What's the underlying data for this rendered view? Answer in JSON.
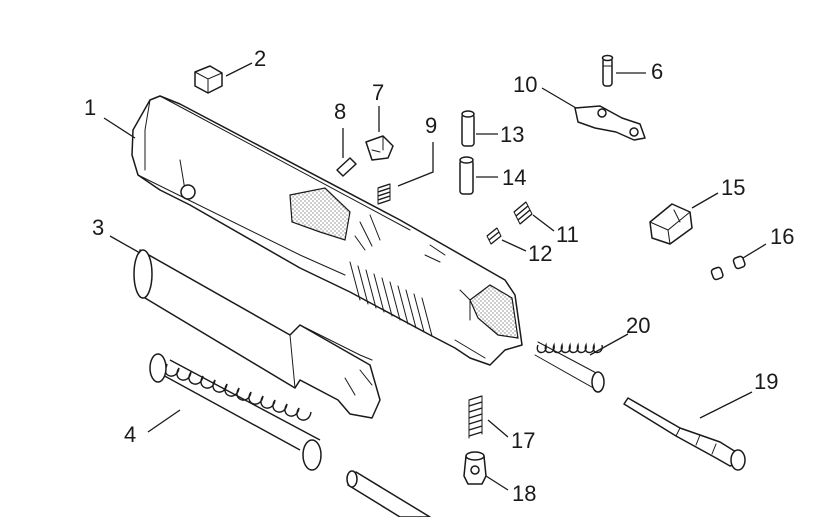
{
  "diagram": {
    "callouts": [
      {
        "id": "c1",
        "label": "1"
      },
      {
        "id": "c2",
        "label": "2"
      },
      {
        "id": "c3",
        "label": "3"
      },
      {
        "id": "c4",
        "label": "4"
      },
      {
        "id": "c6",
        "label": "6"
      },
      {
        "id": "c7",
        "label": "7"
      },
      {
        "id": "c8",
        "label": "8"
      },
      {
        "id": "c9",
        "label": "9"
      },
      {
        "id": "c10",
        "label": "10"
      },
      {
        "id": "c11",
        "label": "11"
      },
      {
        "id": "c12",
        "label": "12"
      },
      {
        "id": "c13",
        "label": "13"
      },
      {
        "id": "c14",
        "label": "14"
      },
      {
        "id": "c15",
        "label": "15"
      },
      {
        "id": "c16",
        "label": "16"
      },
      {
        "id": "c17",
        "label": "17"
      },
      {
        "id": "c18",
        "label": "18"
      },
      {
        "id": "c19",
        "label": "19"
      },
      {
        "id": "c20",
        "label": "20"
      }
    ],
    "line_color": "#1a1a1a",
    "background": "#ffffff"
  }
}
